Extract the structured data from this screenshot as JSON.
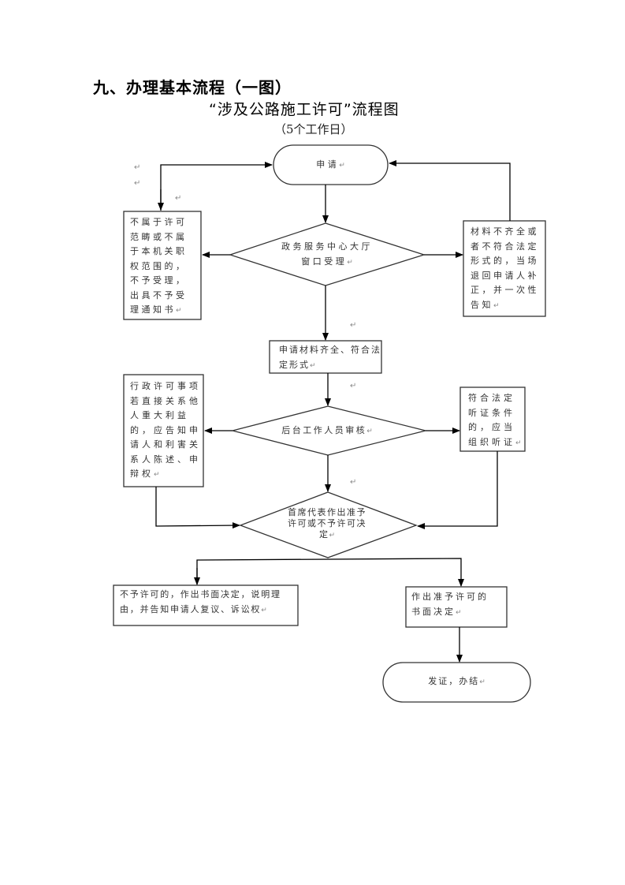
{
  "document": {
    "section_heading": "九、办理基本流程（一图）",
    "chart_title": "“涉及公路施工许可”流程图",
    "time_limit": "（5个工作日）"
  },
  "flowchart": {
    "nodes": {
      "start": {
        "type": "terminal",
        "text": "申请"
      },
      "window_accept": {
        "type": "decision",
        "text_line1": "政务服务中心大厅",
        "text_line2": "窗口受理"
      },
      "reject_scope": {
        "type": "process",
        "text": "不属于许可范畴或不属于本机关职权范围的，不予受理，出具不予受理通知书"
      },
      "incomplete": {
        "type": "process",
        "text": "材料不齐全或者不符合法定形式的，当场退回申请人补正，并一次性告知"
      },
      "complete": {
        "type": "process",
        "text": "申请材料齐全、符合法定形式"
      },
      "backend_review": {
        "type": "decision",
        "text": "后台工作人员审核"
      },
      "interest_notice": {
        "type": "process",
        "text": "行政许可事项若直接关系他人重大利益的，应告知申请人和利害关系人陈述、申辩权"
      },
      "hearing": {
        "type": "process",
        "text": "符合法定听证条件的，应当组织听证"
      },
      "chief_decision": {
        "type": "decision",
        "text_line1": "首席代表作出准予",
        "text_line2": "许可或不予许可决",
        "text_line3": "定"
      },
      "deny": {
        "type": "process",
        "text": "不予许可的，作出书面决定，说明理由，并告知申请人复议、诉讼权"
      },
      "grant": {
        "type": "process",
        "text_line1": "作出准予许可的",
        "text_line2": "书面决定"
      },
      "end": {
        "type": "terminal",
        "text": "发证，办结"
      }
    },
    "edges": [
      {
        "from": "start",
        "to": "window_accept"
      },
      {
        "from": "window_accept",
        "to": "reject_scope"
      },
      {
        "from": "window_accept",
        "to": "incomplete"
      },
      {
        "from": "incomplete",
        "to": "start"
      },
      {
        "from": "reject_scope",
        "to": "start"
      },
      {
        "from": "window_accept",
        "to": "complete"
      },
      {
        "from": "complete",
        "to": "backend_review"
      },
      {
        "from": "backend_review",
        "to": "interest_notice"
      },
      {
        "from": "backend_review",
        "to": "hearing"
      },
      {
        "from": "backend_review",
        "to": "chief_decision"
      },
      {
        "from": "interest_notice",
        "to": "chief_decision"
      },
      {
        "from": "hearing",
        "to": "chief_decision"
      },
      {
        "from": "chief_decision",
        "to": "deny"
      },
      {
        "from": "chief_decision",
        "to": "grant"
      },
      {
        "from": "grant",
        "to": "end"
      }
    ]
  },
  "marks": {
    "paragraph": "↵"
  }
}
